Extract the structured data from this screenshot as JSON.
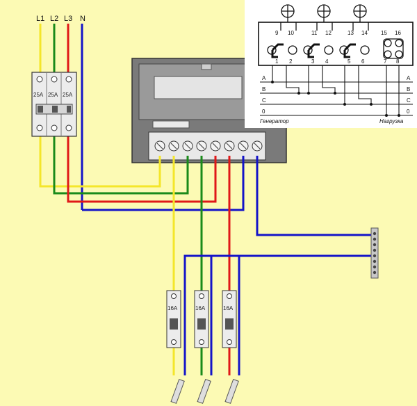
{
  "lines": {
    "l1": "L1",
    "l2": "L2",
    "l3": "L3",
    "n": "N",
    "colors": {
      "l1": "#f4e62a",
      "l2": "#1a8a1a",
      "l3": "#e01818",
      "n": "#1414c8"
    }
  },
  "main_breaker": {
    "ratings": [
      "25A",
      "25A",
      "25A"
    ]
  },
  "group_breakers": {
    "ratings": [
      "16A",
      "16A",
      "16A"
    ]
  },
  "schematic": {
    "top_terminals": [
      "9",
      "10",
      "11",
      "12",
      "13",
      "14",
      "15",
      "16"
    ],
    "bottom_terminals": [
      "1",
      "2",
      "3",
      "4",
      "5",
      "6",
      "7",
      "8"
    ],
    "phase_left": [
      "A",
      "B",
      "C",
      "0"
    ],
    "phase_right": [
      "A",
      "B",
      "C",
      "0"
    ],
    "generator": "Генератор",
    "load": "Нагрузка"
  }
}
